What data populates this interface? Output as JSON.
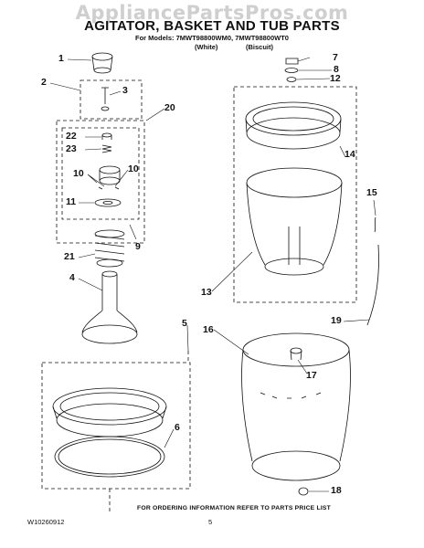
{
  "watermark": "AppliancePartsPros.com",
  "header": {
    "title": "AGITATOR, BASKET AND TUB PARTS",
    "models_line": "For Models: 7MWT98800WM0, 7MWT98800WT0",
    "variant_white": "(White)",
    "variant_biscuit": "(Biscuit)"
  },
  "callouts": [
    "1",
    "2",
    "3",
    "4",
    "5",
    "6",
    "7",
    "8",
    "9",
    "10",
    "10",
    "11",
    "12",
    "13",
    "14",
    "15",
    "16",
    "17",
    "18",
    "19",
    "20",
    "21",
    "22",
    "23"
  ],
  "footer": {
    "note": "FOR ORDERING INFORMATION REFER TO PARTS PRICE LIST",
    "doc_id": "W10260912",
    "page": "5"
  }
}
